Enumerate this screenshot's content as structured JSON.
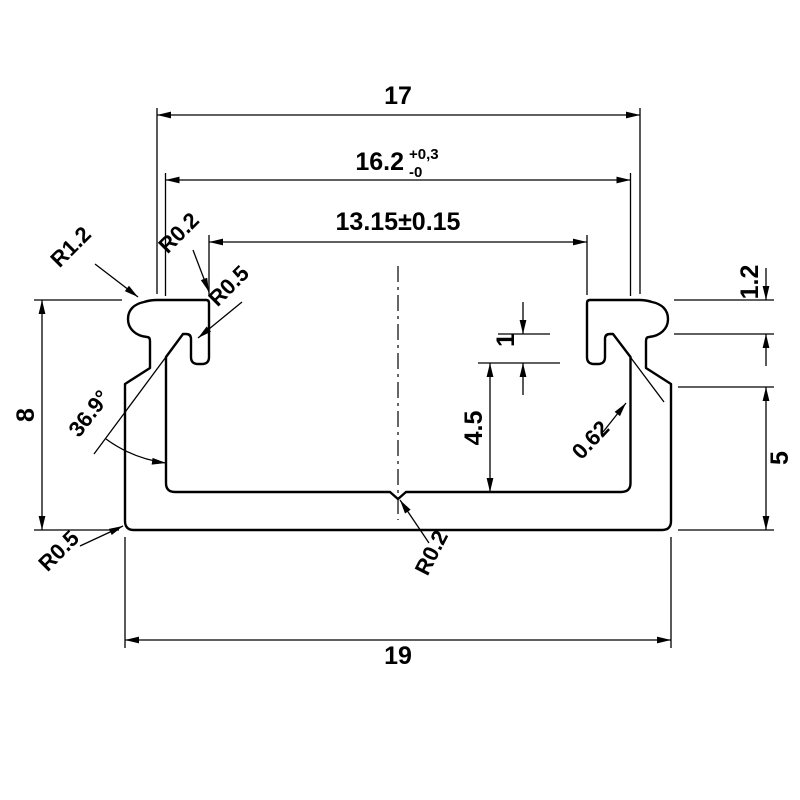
{
  "drawing": {
    "kind": "profile-cross-section-technical-drawing",
    "colors": {
      "line": "#000000",
      "background": "#ffffff"
    }
  },
  "dims": {
    "top_width": "17",
    "inner_width_value": "16.2",
    "inner_width_tol_plus": "+0,3",
    "inner_width_tol_minus": "-0",
    "opening_width": "13.15±0.15",
    "overall_height": "8",
    "bottom_width": "19",
    "right_wall_height": "5",
    "top_lip_thickness": "1.2",
    "hook_depth": "1",
    "cavity_depth": "4.5",
    "slope_wall_thickness": "0.62",
    "slope_angle": "36.9°",
    "r_top_left": "R1.2",
    "r_lip_tip": "R0.2",
    "r_hook": "R0.5",
    "r_bottom_corner": "R0.5",
    "r_floor_notch": "R0.2"
  }
}
